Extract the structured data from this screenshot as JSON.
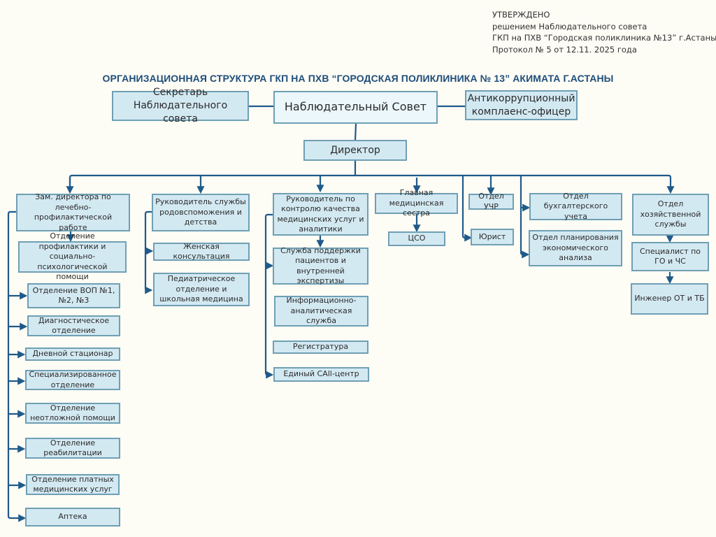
{
  "approval": {
    "line1": "УТВЕРЖДЕНО",
    "line2": "решением Наблюдательного совета",
    "line3": "ГКП на ПХВ “Городская поликлиника  №13” г.Астаны",
    "line4": "Протокол № 5 от 12.11. 2025 года"
  },
  "title": "ОРГАНИЗАЦИОННАЯ СТРУКТУРА ГКП НА ПХВ “ГОРОДСКАЯ ПОЛИКЛИНИКА № 13” АКИМАТА Г.АСТАНЫ",
  "colors": {
    "background": "#fdfcf5",
    "box_fill": "#d3e9f2",
    "box_border": "#6f9fb4",
    "connector": "#1f5a8a",
    "title": "#1f4e79"
  },
  "top": {
    "secretary": "Секретарь Наблюдательного совета",
    "board": "Наблюдательный Совет",
    "compliance": "Антикоррупционный комплаенс-офицер",
    "director": "Директор"
  },
  "units": {
    "deputy": "Зам. директора по лечебно-профилактической работе",
    "prevention": "Отделение профилактики и социально-психологической помощи",
    "gp": "Отделение ВОП №1, №2, №3",
    "diagnostic": "Диагностическое отделение",
    "day_hospital": "Дневной стационар",
    "specialized": "Специализированное отделение",
    "emergency": "Отделение неотложной помощи",
    "rehab": "Отделение реабилитации",
    "paid": "Отделение платных медицинских услуг",
    "pharmacy": "Аптека",
    "maternity_head": "Руководитель службы родовспоможения и детства",
    "womens": "Женская консультация",
    "pediatric": "Педиатрическое отделение и  школьная медицина",
    "quality_head": "Руководитель по контролю качества медицинских услуг и аналитики",
    "patient_support": "Служба поддержки пациентов и внутренней экспертизы",
    "info_analytics": "Информационно-аналитическая служба",
    "registry": "Регистратура",
    "call_center": "Единый CAll-центр",
    "head_nurse": "Главная медицинская сестра",
    "cso": "ЦСО",
    "hr": "Отдел УЧР",
    "lawyer": "Юрист",
    "accounting": "Отдел бухгалтерского учета",
    "planning": "Отдел планирования экономического анализа",
    "maintenance": "Отдел хозяйственной службы",
    "civil_defense": "Специалист по ГО и ЧС",
    "safety_engineer": "Инженер ОТ  и ТБ"
  }
}
